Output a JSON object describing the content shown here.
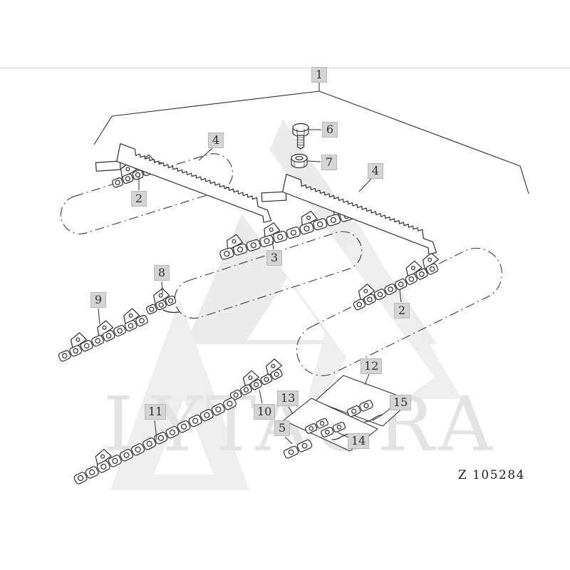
{
  "watermark": {
    "text": "LYTAGRA"
  },
  "code": {
    "text": "Z 105284"
  },
  "colors": {
    "line": "#2f2f2f",
    "callout_bg": "#d4d4d4",
    "callout_border": "#b9b9b9",
    "watermark_gray": "#ebebeb",
    "code_text": "#1f1f1f"
  },
  "callouts": [
    {
      "label": "1"
    },
    {
      "label": "4"
    },
    {
      "label": "4"
    },
    {
      "label": "6"
    },
    {
      "label": "7"
    },
    {
      "label": "2"
    },
    {
      "label": "3"
    },
    {
      "label": "8"
    },
    {
      "label": "9"
    },
    {
      "label": "2"
    },
    {
      "label": "12"
    },
    {
      "label": "13"
    },
    {
      "label": "15"
    },
    {
      "label": "10"
    },
    {
      "label": "11"
    },
    {
      "label": "5"
    },
    {
      "label": "14"
    }
  ]
}
